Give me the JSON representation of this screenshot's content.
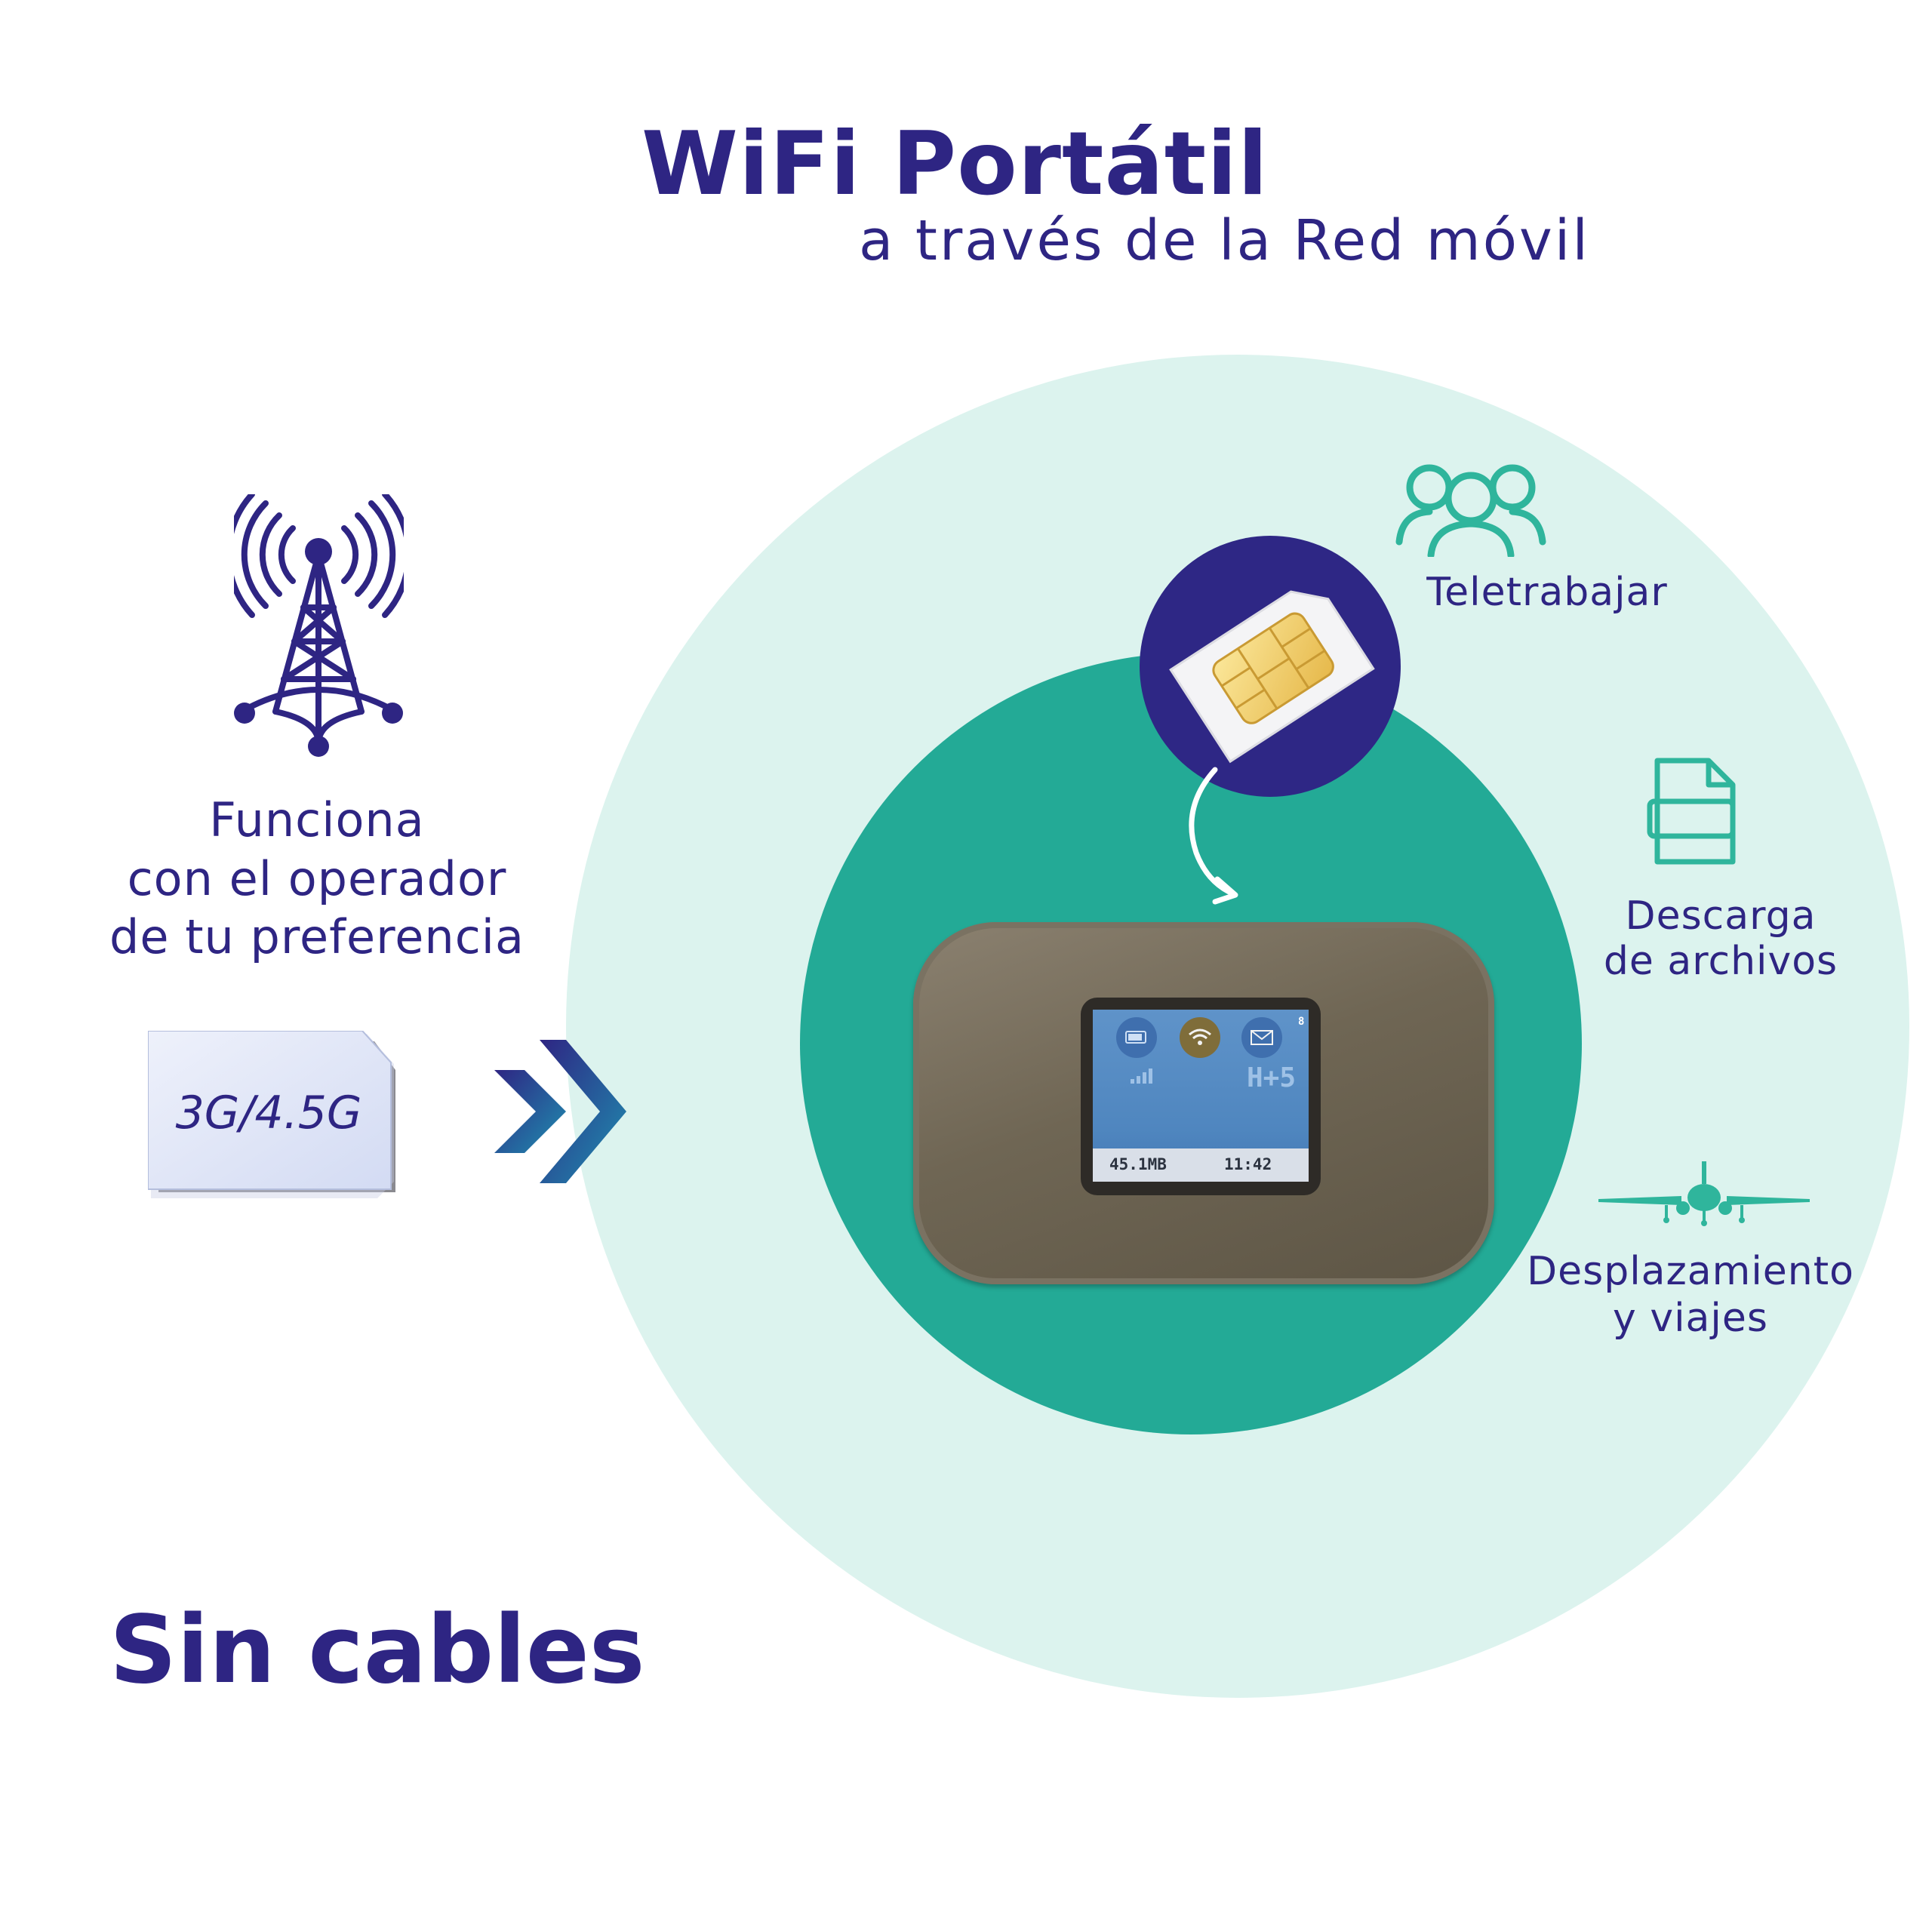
{
  "header": {
    "title": "WiFi Portátil",
    "subtitle": "a través de la Red móvil"
  },
  "left": {
    "operator_lines": [
      "Funciona",
      "con el operador",
      "de tu preferencia"
    ],
    "sim_label": "3G/4.5G",
    "footer": "Sin cables"
  },
  "features": [
    {
      "icon": "people-icon",
      "lines": [
        "Teletrabajar"
      ]
    },
    {
      "icon": "file-download-icon",
      "lines": [
        "Descarga",
        "de archivos"
      ]
    },
    {
      "icon": "airplane-icon",
      "lines": [
        "Desplazamiento",
        "y viajes"
      ]
    }
  ],
  "device_screen": {
    "data_usage": "45.1MB",
    "time": "11:42",
    "network": "H+5",
    "message_count": "8"
  },
  "colors": {
    "brand_navy": "#2e2583",
    "teal": "#23aa96",
    "light_teal": "#dcf3ee",
    "icon_teal": "#2fb59c"
  }
}
